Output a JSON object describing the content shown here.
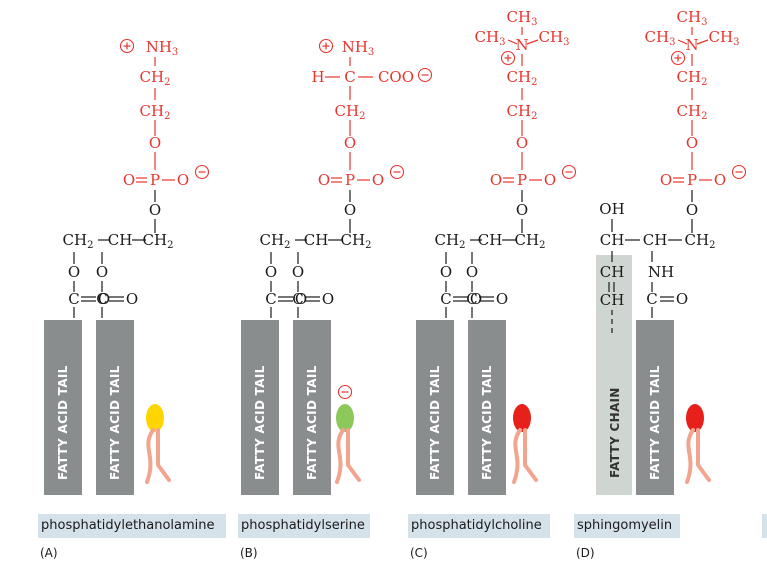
{
  "colors": {
    "head_red": "#e8352e",
    "backbone_black": "#1a1a1a",
    "tail_grey": "#8a8d8d",
    "fatty_chain_grey": "#cfd6d2",
    "label_bg": "#d6e2ea",
    "pe_head_ball": "#ffd500",
    "ps_head_ball": "#8cc85a",
    "pc_head_ball": "#e8201c",
    "sm_head_ball": "#e8201c",
    "tail_leg_salmon": "#f2a48f"
  },
  "atoms": {
    "nh3": "NH3",
    "ch2": "CH2",
    "o": "O",
    "p": "P",
    "n": "N",
    "ch3": "CH3",
    "c": "C",
    "h": "H",
    "coo": "COO",
    "ch": "CH",
    "nh": "NH",
    "oh": "OH",
    "plus": "+",
    "minus": "−"
  },
  "tail_label": "FATTY ACID TAIL",
  "chain_label": "FATTY CHAIN",
  "panels": [
    {
      "letter": "(A)",
      "name": "phosphatidylethanolamine"
    },
    {
      "letter": "(B)",
      "name": "phosphatidylserine"
    },
    {
      "letter": "(C)",
      "name": "phosphatidylcholine"
    },
    {
      "letter": "(D)",
      "name": "sphingomyelin"
    }
  ]
}
